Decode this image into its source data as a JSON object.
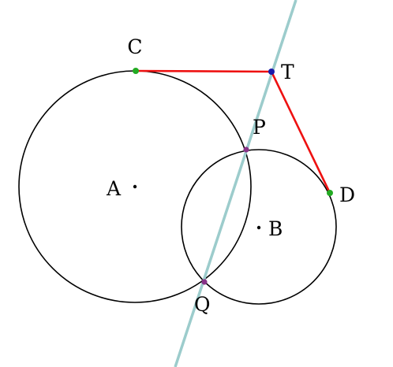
{
  "diagram": {
    "colors": {
      "circle": "#000000",
      "line": "#9ccccc",
      "tangent_segments": "#ee1111",
      "tangent_points": "#22aa22",
      "intersection_points": "#883388",
      "external_point": "#1a1aaa",
      "center_dots": "#000000"
    },
    "labels": {
      "A": "A",
      "B": "B",
      "C": "C",
      "D": "D",
      "P": "P",
      "Q": "Q",
      "T": "T"
    }
  }
}
